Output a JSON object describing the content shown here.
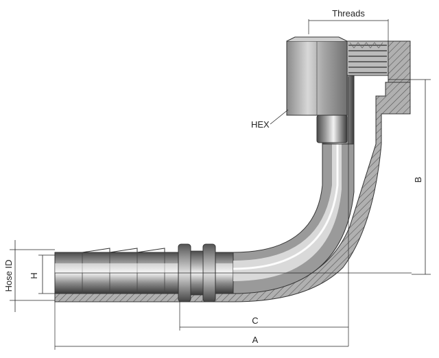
{
  "labels": {
    "threads": "Threads",
    "hex": "HEX",
    "hose_id": "Hose ID",
    "h": "H",
    "a": "A",
    "b": "B",
    "c": "C"
  }
}
